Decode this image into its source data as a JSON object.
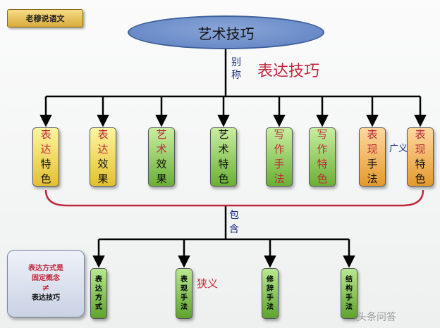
{
  "tag": "老穆说语文",
  "root": "艺术技巧",
  "alias_label": "别称",
  "alias_title": "表达技巧",
  "broad_label": "广义",
  "contains_label": "包含",
  "narrow_label": "狭义",
  "top_items": [
    {
      "line1": "表达",
      "line2": "特色",
      "style": "y",
      "c1": "#c0283c",
      "c2": "#111111"
    },
    {
      "line1": "表达",
      "line2": "效果",
      "style": "y",
      "c1": "#c0283c",
      "c2": "#111111"
    },
    {
      "line1": "艺术",
      "line2": "效果",
      "style": "gr",
      "c1": "#c0283c",
      "c2": "#111111"
    },
    {
      "line1": "艺术",
      "line2": "特色",
      "style": "gr",
      "c1": "#111111",
      "c2": "#111111"
    },
    {
      "line1": "写作",
      "line2": "手法",
      "style": "gr",
      "c1": "#c0283c",
      "c2": "#c0283c"
    },
    {
      "line1": "写作",
      "line2": "特色",
      "style": "gr",
      "c1": "#c0283c",
      "c2": "#c0283c"
    },
    {
      "line1": "表现",
      "line2": "手法",
      "style": "or",
      "c1": "#c0283c",
      "c2": "#111111"
    },
    {
      "line1": "表现",
      "line2": "特色",
      "style": "or",
      "c1": "#c0283c",
      "c2": "#111111"
    }
  ],
  "bottom_items": [
    "表达方式",
    "表现手法",
    "修辞手法",
    "结构手法"
  ],
  "note": {
    "line1": "表达方式是",
    "line2": "固定概念",
    "neq": "≠",
    "line3": "表达技巧"
  },
  "watermark": "头条问答"
}
